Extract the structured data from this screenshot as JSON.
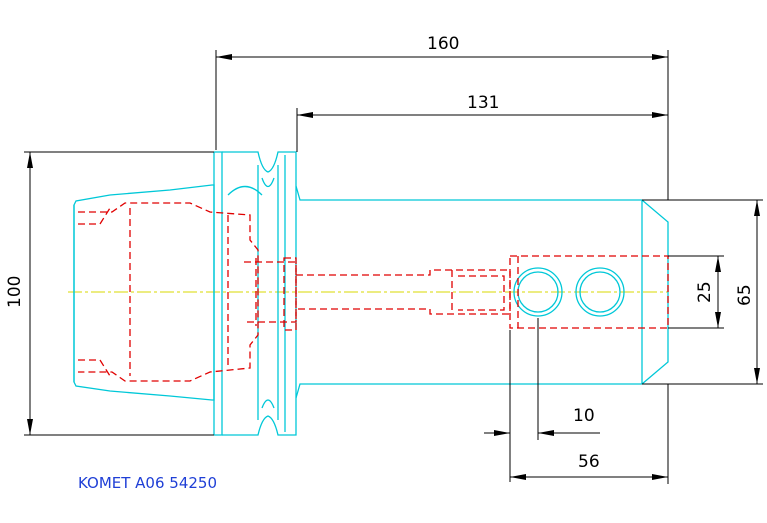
{
  "drawing": {
    "part_label": "KOMET A06 54250",
    "dimensions": {
      "overall_length": "160",
      "shank_length": "131",
      "flange_diameter": "100",
      "shank_diameter": "65",
      "hole_spacing": "25",
      "hole_offset": "10",
      "hole_to_end": "56"
    },
    "colors": {
      "outline": "#00c8d8",
      "hidden": "#e00000",
      "centerline": "#d8d800",
      "dimension": "#000000",
      "label": "#1f3fd6"
    }
  }
}
